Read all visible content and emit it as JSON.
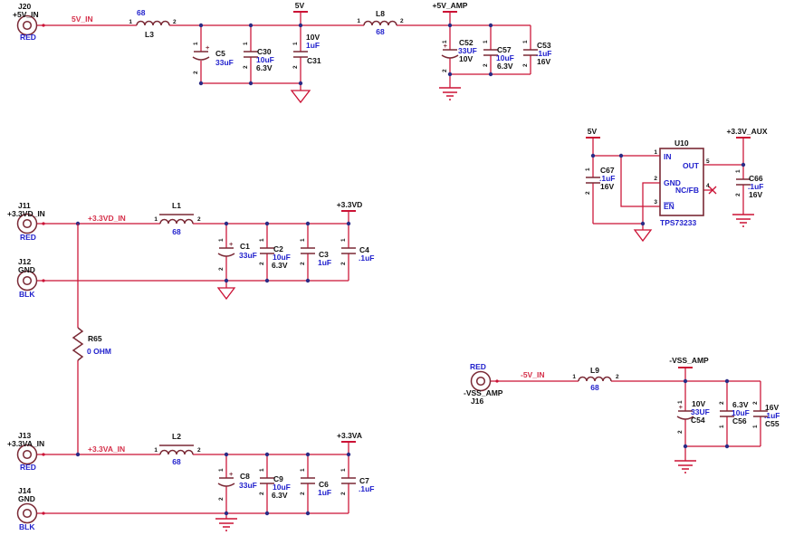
{
  "colors": {
    "wire": "#cb1235",
    "symbol": "#7a2935",
    "junction_dot": "#2b2b85",
    "value_text": "#1f1fcc",
    "net_text": "#d5304a",
    "ref_text": "#111111"
  },
  "pins": {
    "p1": "1",
    "p2": "2",
    "p3": "3",
    "p4": "4",
    "p5": "5"
  },
  "sym": {
    "plus": "+"
  },
  "rail5": {
    "j20": {
      "ref": "J20",
      "net": "+5V_IN",
      "wire": "RED"
    },
    "net_label": "5V_IN",
    "l3": {
      "ref": "L3",
      "value": "68"
    },
    "c5": {
      "ref": "C5",
      "value": "33uF"
    },
    "c30": {
      "ref": "C30",
      "value": "10uF",
      "rating": "6.3V"
    },
    "c31": {
      "ref": "C31",
      "value": "1uF",
      "rating": "10V"
    },
    "flag_5v": "5V",
    "l8": {
      "ref": "L8",
      "value": "68"
    },
    "flag_amp": "+5V_AMP",
    "c52": {
      "ref": "C52",
      "value": "33UF",
      "rating": "10V"
    },
    "c57": {
      "ref": "C57",
      "value": "10uF",
      "rating": "6.3V"
    },
    "c53": {
      "ref": "C53",
      "value": ".1uF",
      "rating": "16V"
    }
  },
  "ldo": {
    "flag_5v": "5V",
    "c67": {
      "ref": "C67",
      "value": ".1uF",
      "rating": "16V"
    },
    "u10": {
      "ref": "U10",
      "part": "TPS73233",
      "pin_in": "IN",
      "pin_out": "OUT",
      "pin_gnd": "GND",
      "pin_ncfb": "NC/FB",
      "pin_en": "EN"
    },
    "flag_aux": "+3.3V_AUX",
    "c66": {
      "ref": "C66",
      "value": ".1uF",
      "rating": "16V"
    }
  },
  "rail33d": {
    "j11": {
      "ref": "J11",
      "net": "+3.3VD_IN",
      "wire": "RED"
    },
    "j12": {
      "ref": "J12",
      "net": "GND",
      "wire": "BLK"
    },
    "net_label": "+3.3VD_IN",
    "l1": {
      "ref": "L1",
      "value": "68"
    },
    "c1": {
      "ref": "C1",
      "value": "33uF"
    },
    "c2": {
      "ref": "C2",
      "value": "10uF",
      "rating": "6.3V"
    },
    "c3": {
      "ref": "C3",
      "value": "1uF"
    },
    "c4": {
      "ref": "C4",
      "value": ".1uF"
    },
    "flag": "+3.3VD"
  },
  "r65": {
    "ref": "R65",
    "value": "0 OHM"
  },
  "rail33a": {
    "j13": {
      "ref": "J13",
      "net": "+3.3VA_IN",
      "wire": "RED"
    },
    "j14": {
      "ref": "J14",
      "net": "GND",
      "wire": "BLK"
    },
    "net_label": "+3.3VA_IN",
    "l2": {
      "ref": "L2",
      "value": "68"
    },
    "c8": {
      "ref": "C8",
      "value": "33uF"
    },
    "c9": {
      "ref": "C9",
      "value": "10uF",
      "rating": "6.3V"
    },
    "c6": {
      "ref": "C6",
      "value": "1uF"
    },
    "c7": {
      "ref": "C7",
      "value": ".1uF"
    },
    "flag": "+3.3VA"
  },
  "railvss": {
    "j16": {
      "ref": "J16",
      "net": "-VSS_AMP",
      "wire": "RED"
    },
    "net_label": "-5V_IN",
    "l9": {
      "ref": "L9",
      "value": "68"
    },
    "flag": "-VSS_AMP",
    "c54": {
      "ref": "C54",
      "value": "33UF",
      "rating": "10V"
    },
    "c56": {
      "ref": "C56",
      "value": "10uF",
      "rating": "6.3V"
    },
    "c55": {
      "ref": "C55",
      "value": ".1uF",
      "rating": "16V"
    }
  }
}
